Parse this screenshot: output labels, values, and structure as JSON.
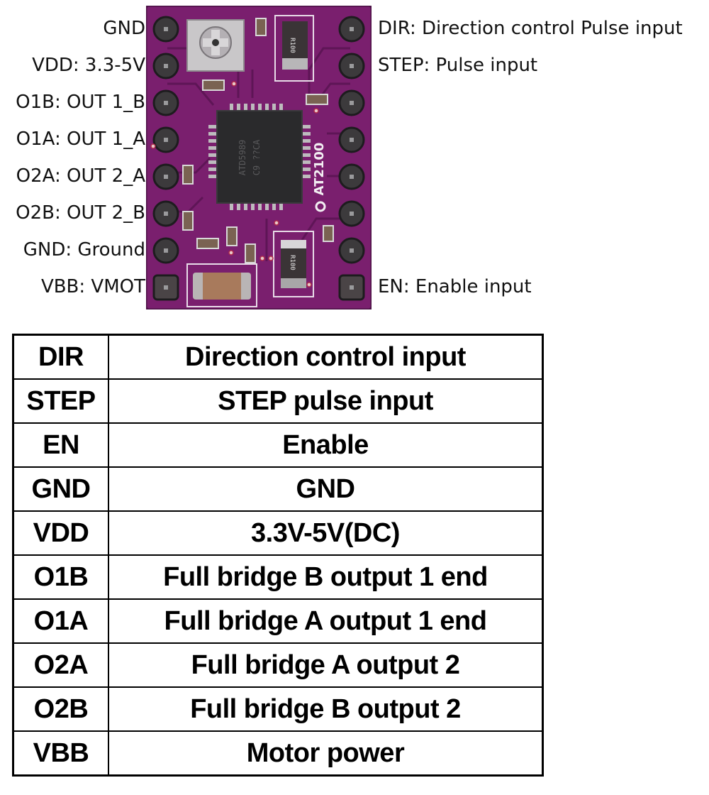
{
  "left_pins": [
    {
      "label": "GND"
    },
    {
      "label": "VDD: 3.3-5V"
    },
    {
      "label": "O1B: OUT 1_B"
    },
    {
      "label": "O1A: OUT 1_A"
    },
    {
      "label": "O2A: OUT 2_A"
    },
    {
      "label": "O2B: OUT 2_B"
    },
    {
      "label": "GND: Ground"
    },
    {
      "label": "VBB: VMOT"
    }
  ],
  "right_pins": {
    "dir": "DIR: Direction control Pulse input",
    "step": "STEP: Pulse input",
    "en": "EN: Enable input"
  },
  "board": {
    "chip_marking_line1": "ATD5989",
    "chip_marking_line2": "C9 ??CA",
    "silkscreen": "AT2100",
    "resistor_top": "R100",
    "resistor_bottom": "R100",
    "pcb_color": "#7a1f6e",
    "chip_color": "#2a2a2c"
  },
  "table": {
    "rows": [
      {
        "pin": "DIR",
        "description": "Direction control input"
      },
      {
        "pin": "STEP",
        "description": "STEP pulse input"
      },
      {
        "pin": "EN",
        "description": "Enable"
      },
      {
        "pin": "GND",
        "description": "GND"
      },
      {
        "pin": "VDD",
        "description": "3.3V-5V(DC)"
      },
      {
        "pin": "O1B",
        "description": "Full bridge B output 1 end"
      },
      {
        "pin": "O1A",
        "description": "Full bridge A output 1 end"
      },
      {
        "pin": "O2A",
        "description": "Full bridge A output 2"
      },
      {
        "pin": "O2B",
        "description": "Full bridge B output 2"
      },
      {
        "pin": "VBB",
        "description": "Motor power"
      }
    ]
  }
}
